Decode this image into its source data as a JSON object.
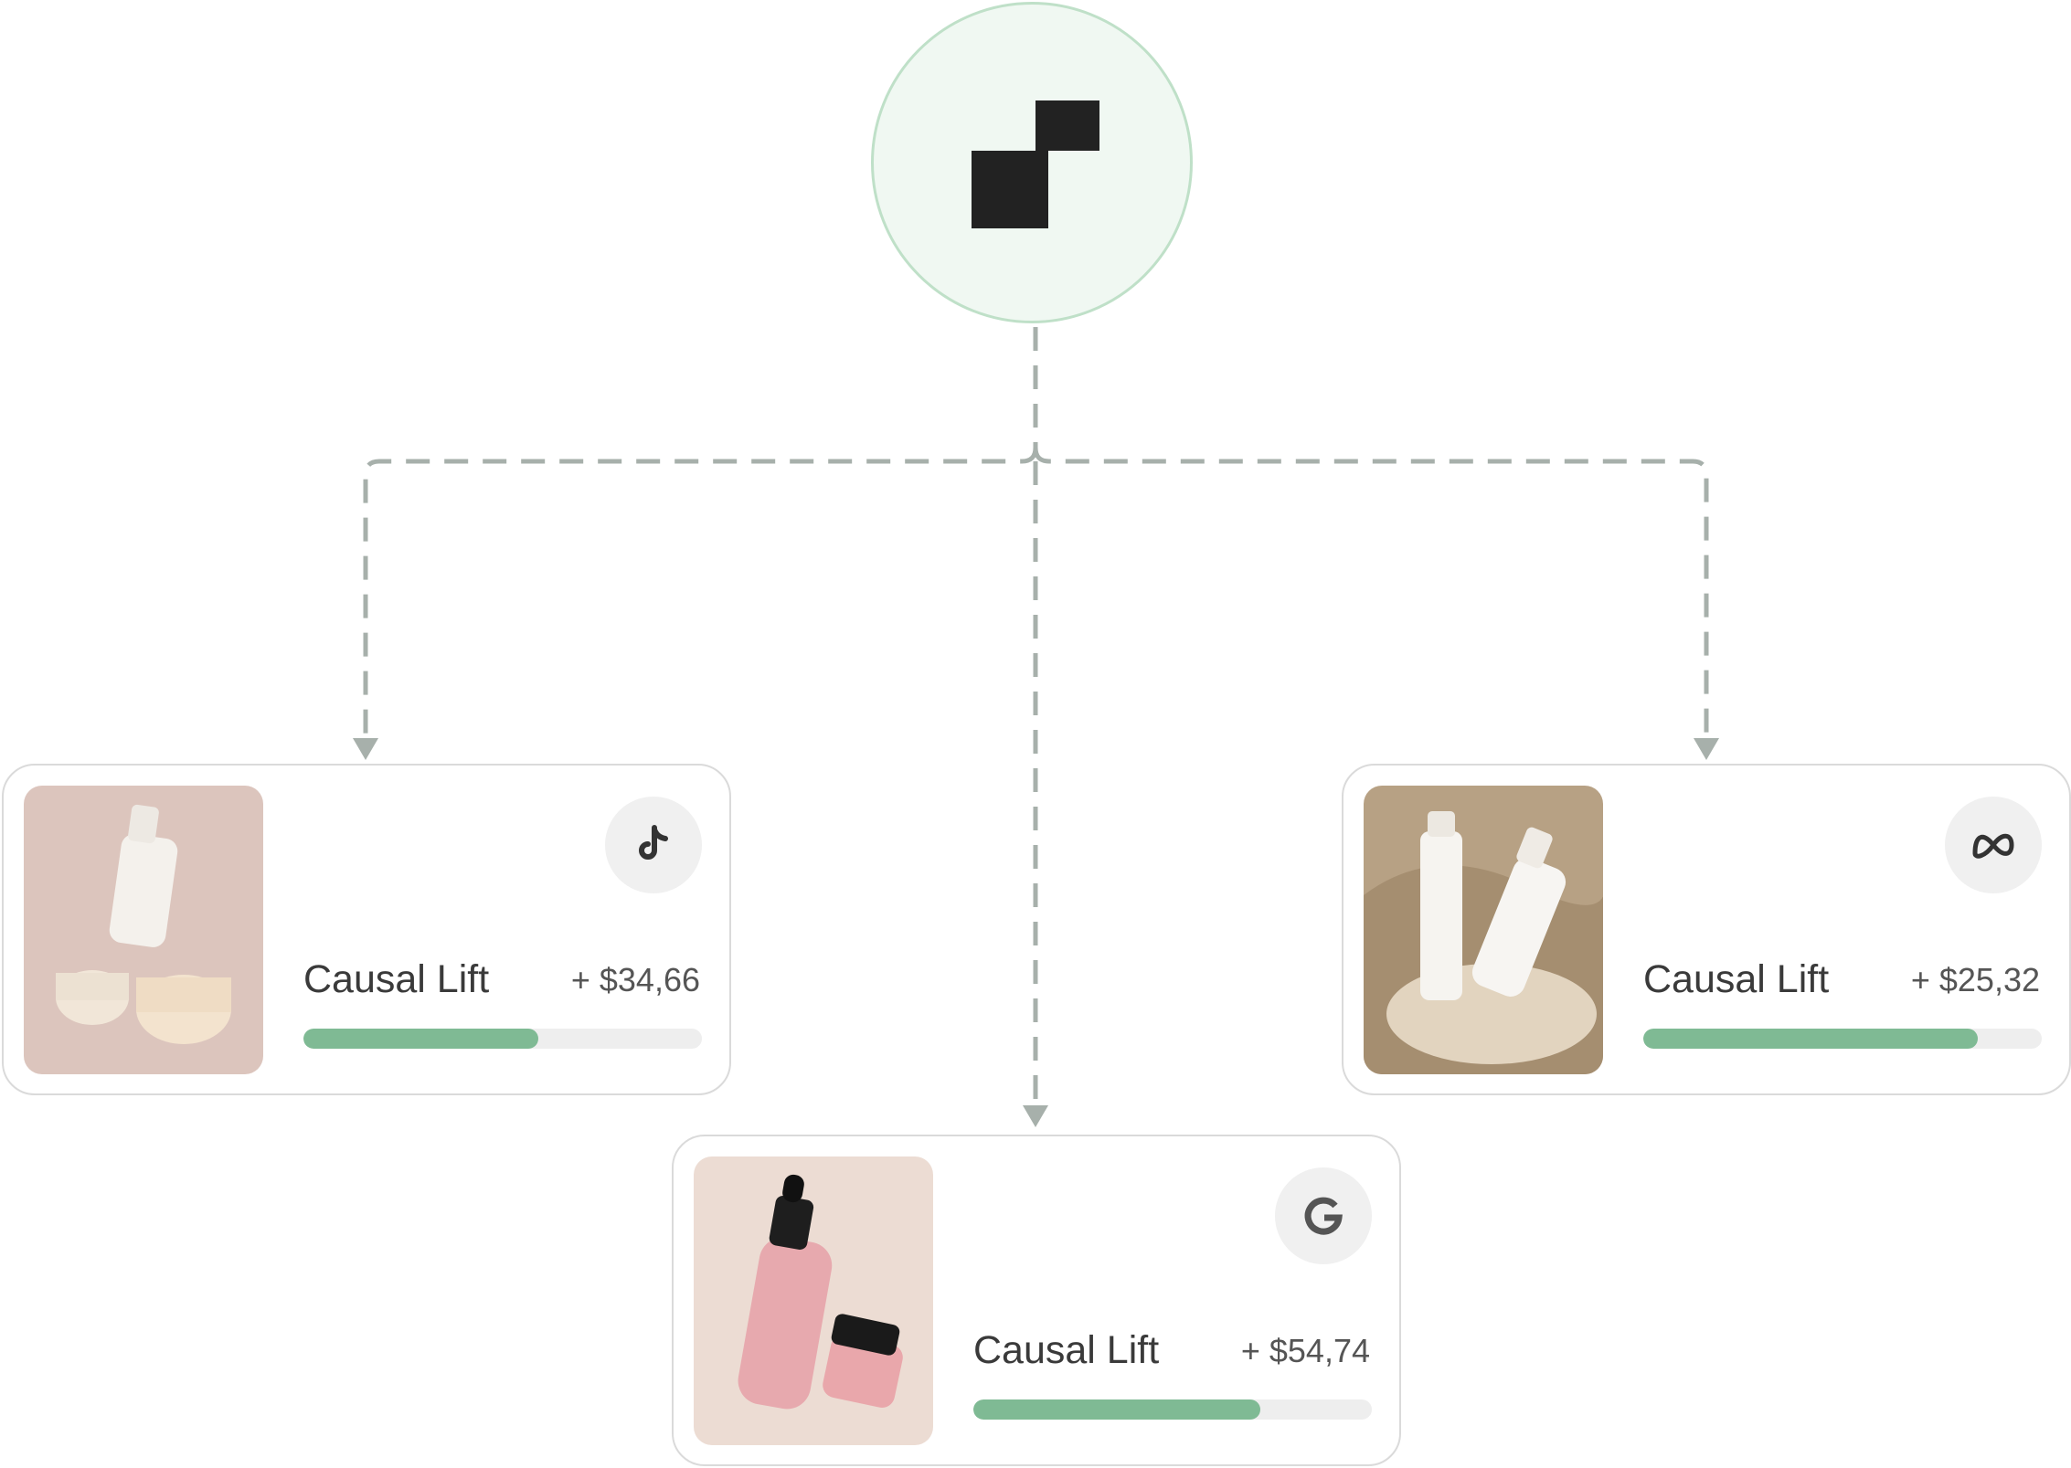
{
  "hub": {
    "logo": "brand-logo"
  },
  "accent_color": "#7fba94",
  "connector_color": "#9fa9a4",
  "cards": [
    {
      "id": "tiktok",
      "platform_icon": "tiktok-icon",
      "metric_label": "Causal Lift",
      "metric_value": "+ $34,66",
      "progress": 0.59,
      "photo": "rosental-serum-and-jars-on-pink"
    },
    {
      "id": "meta",
      "platform_icon": "meta-icon",
      "metric_label": "Causal Lift",
      "metric_value": "+ $25,32",
      "progress": 0.84,
      "photo": "rosental-pump-bottles-on-linen"
    },
    {
      "id": "google",
      "platform_icon": "google-icon",
      "metric_label": "Causal Lift",
      "metric_value": "+ $54,74",
      "progress": 0.72,
      "photo": "rosental-pink-dropper-bottle"
    }
  ]
}
